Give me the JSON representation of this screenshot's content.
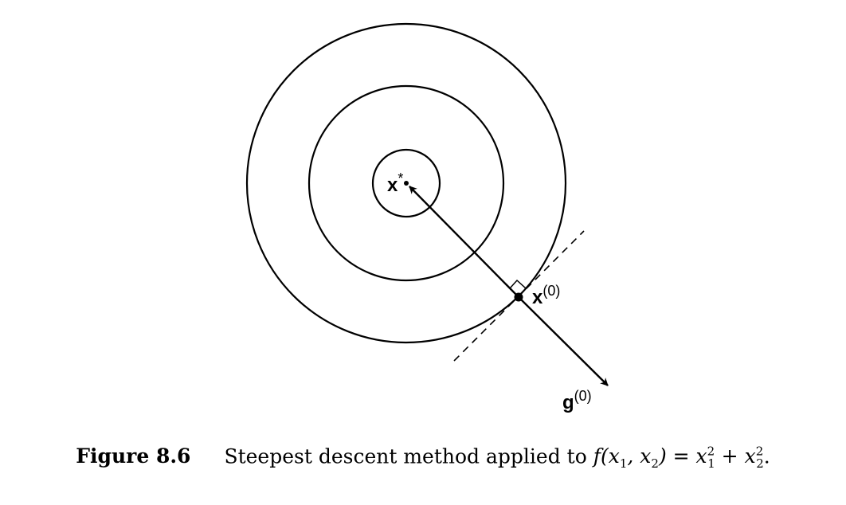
{
  "figure": {
    "label_xstar": "x",
    "label_xstar_sup": "*",
    "label_x0": "x",
    "label_x0_sup": "(0)",
    "label_g0": "g",
    "label_g0_sup": "(0)",
    "stroke_color": "#000000"
  },
  "caption": {
    "label": "Figure 8.6",
    "text": "Steepest descent method applied to",
    "func": "f",
    "args": "(x",
    "sub1": "1",
    "comma": ", x",
    "sub2": "2",
    "eq": ") = x",
    "sq_sub1": "1",
    "sq_sup1": "2",
    "plus": " + x",
    "sq_sub2": "2",
    "sq_sup2": "2",
    "end": "."
  }
}
